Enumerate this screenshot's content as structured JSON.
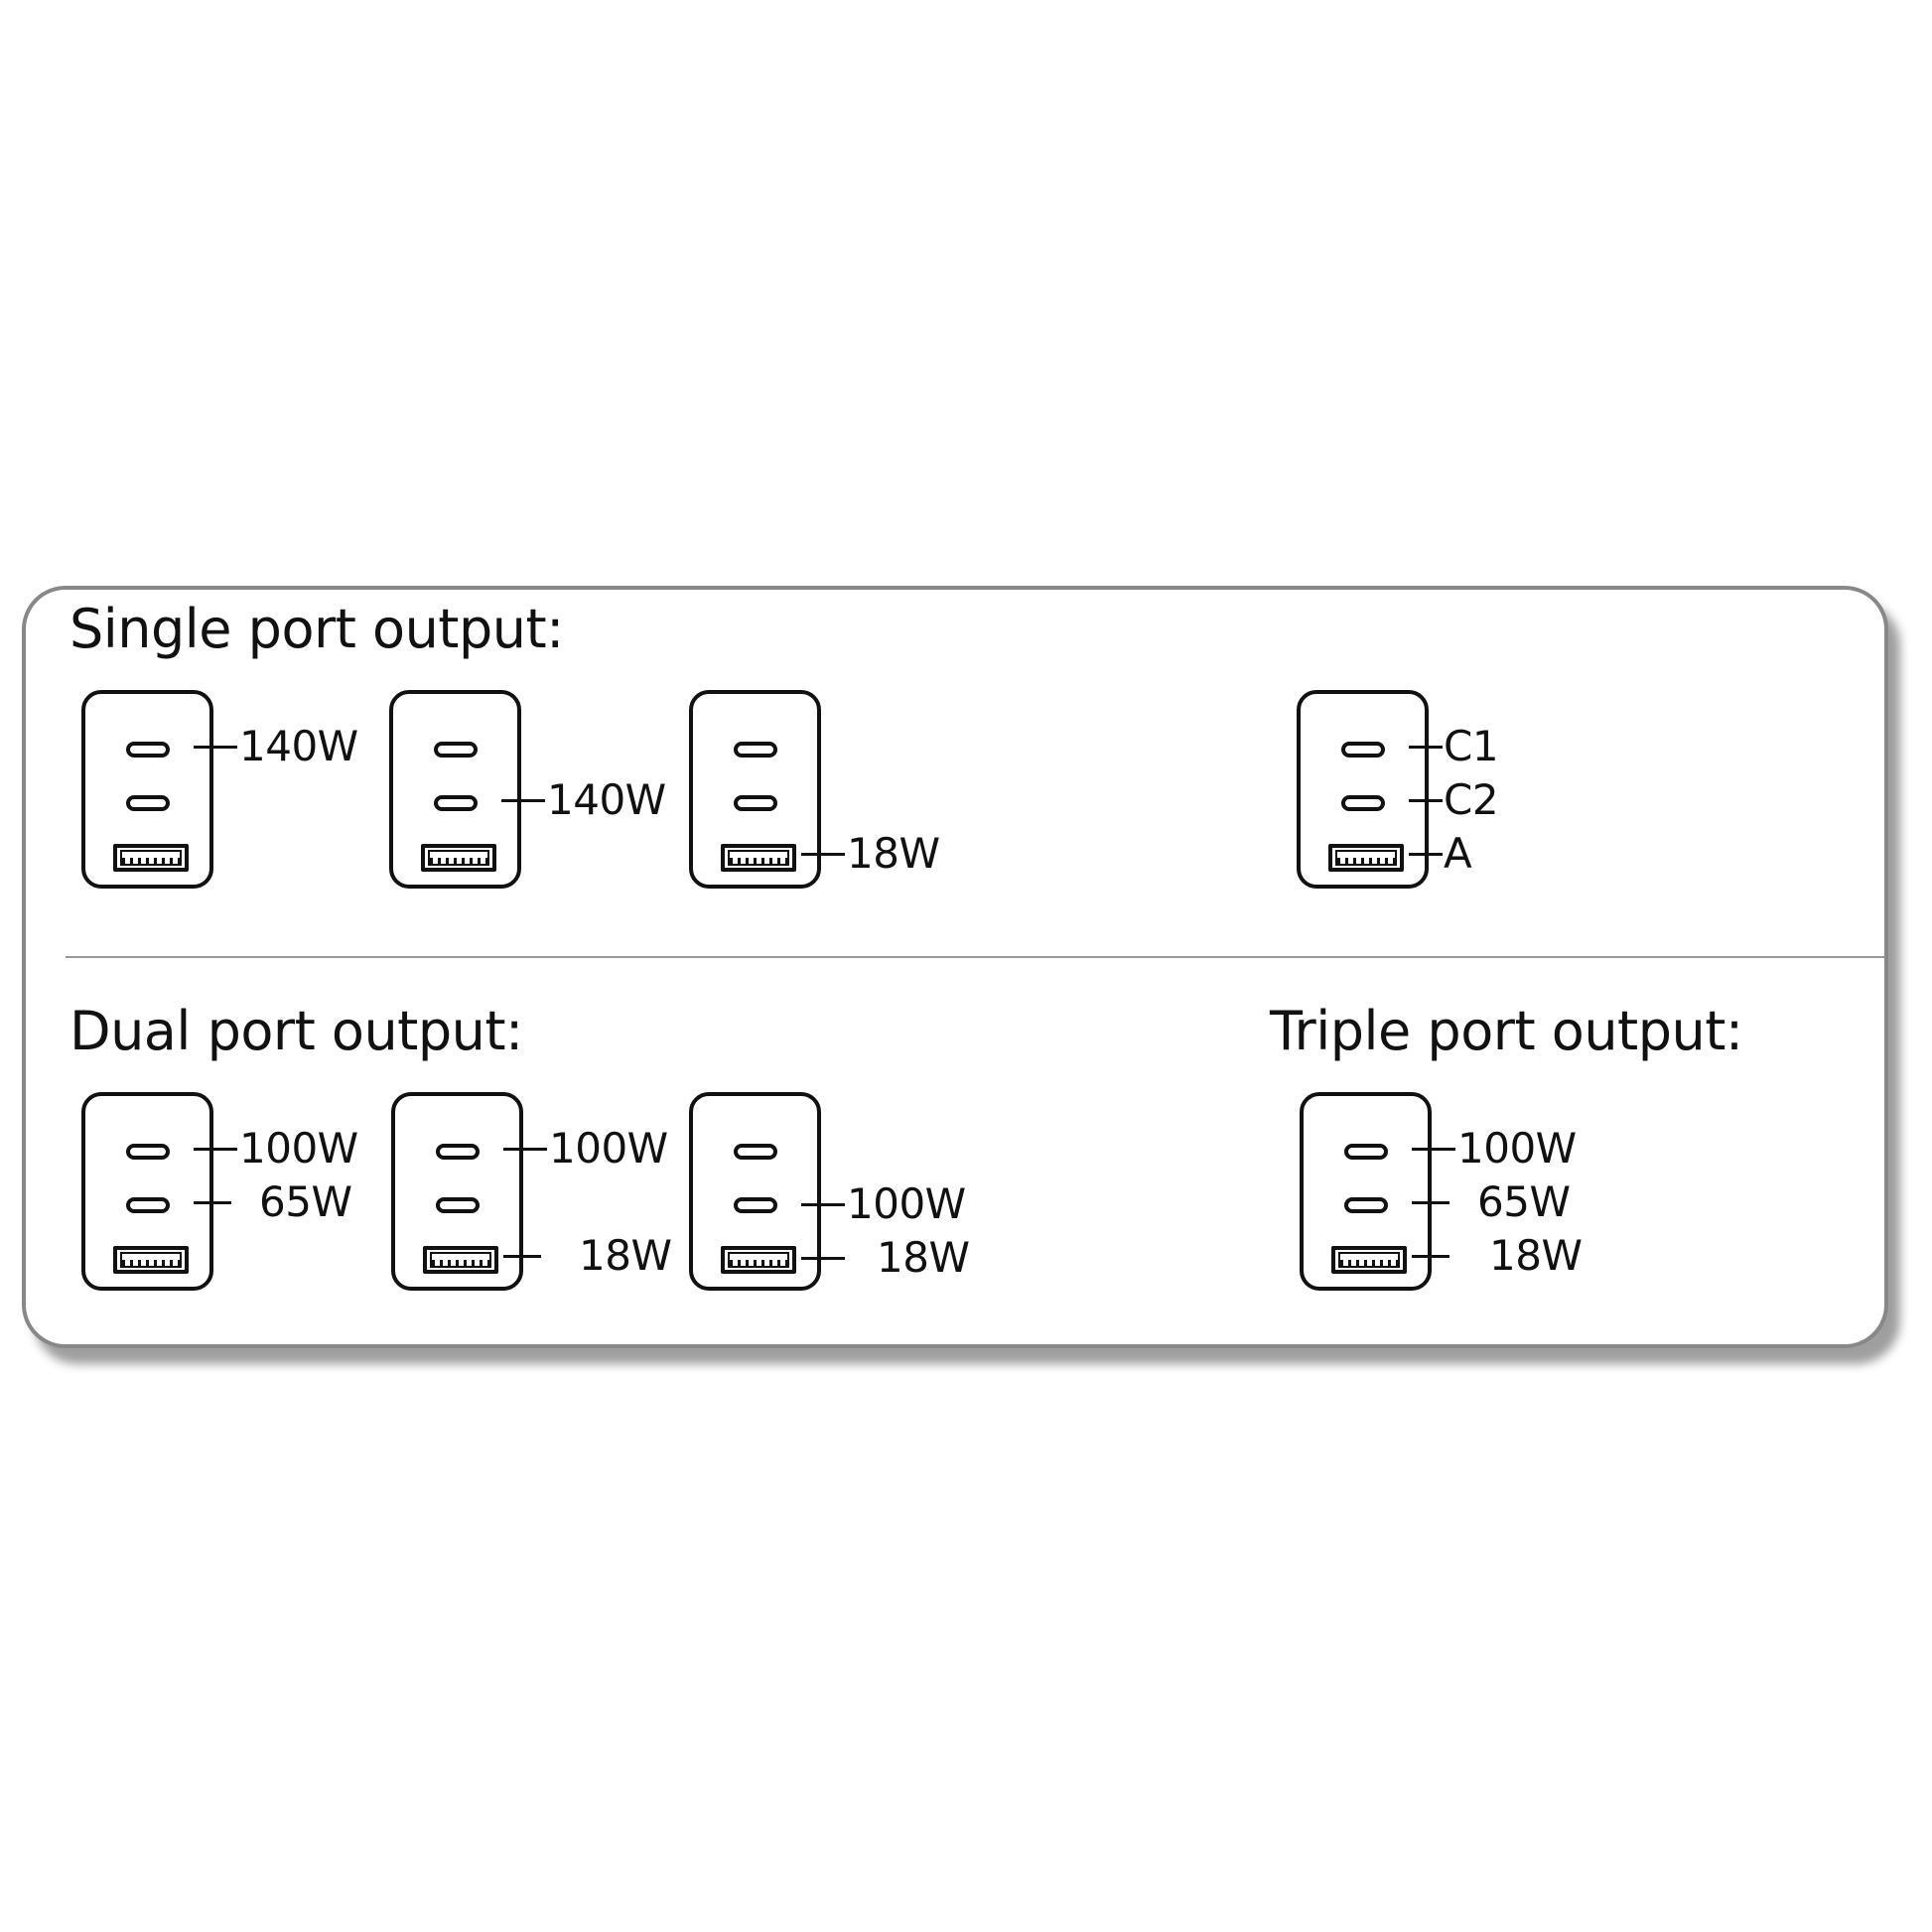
{
  "headings": {
    "single": "Single port output:",
    "dual": "Dual port output:",
    "triple": "Triple port output:"
  },
  "single": {
    "c1": {
      "c1": "140W"
    },
    "c2": {
      "c2": "140W"
    },
    "a": {
      "a": "18W"
    }
  },
  "legend": {
    "c1": "C1",
    "c2": "C2",
    "a": "A"
  },
  "dual": {
    "c1_c2": {
      "c1": "100W",
      "c2": "65W"
    },
    "c1_a": {
      "c1": "100W",
      "a": "18W"
    },
    "c2_a": {
      "c2": "100W",
      "a": "18W"
    }
  },
  "triple": {
    "c1": "100W",
    "c2": "65W",
    "a": "18W"
  },
  "colors": {
    "ink": "#111111",
    "border": "#888888",
    "divider": "#999999",
    "background": "#ffffff"
  }
}
